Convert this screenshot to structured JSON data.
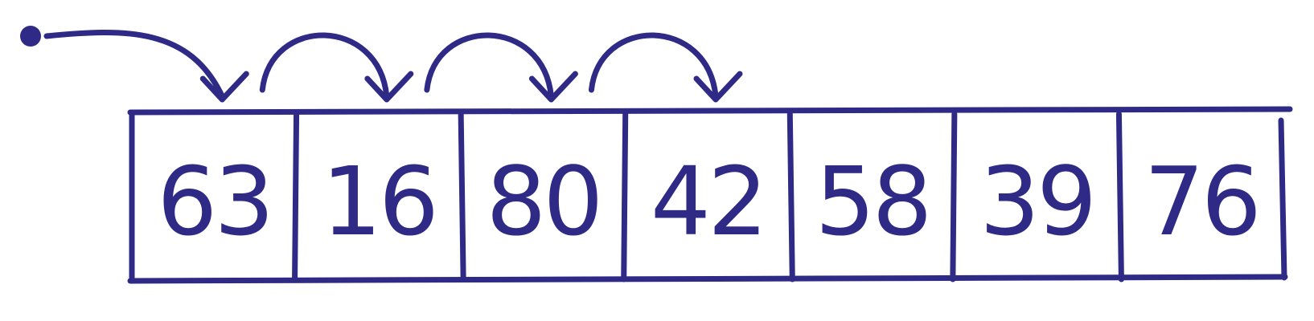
{
  "array": {
    "cells": [
      {
        "value": "63"
      },
      {
        "value": "16"
      },
      {
        "value": "80"
      },
      {
        "value": "42"
      },
      {
        "value": "58"
      },
      {
        "value": "39"
      },
      {
        "value": "76"
      }
    ]
  },
  "pointer": {
    "hops": [
      {
        "from": "start",
        "to": 0
      },
      {
        "from": 0,
        "to": 1
      },
      {
        "from": 1,
        "to": 2
      },
      {
        "from": 2,
        "to": 3
      }
    ]
  },
  "colors": {
    "ink": "#2e2a86",
    "background": "#ffffff"
  }
}
